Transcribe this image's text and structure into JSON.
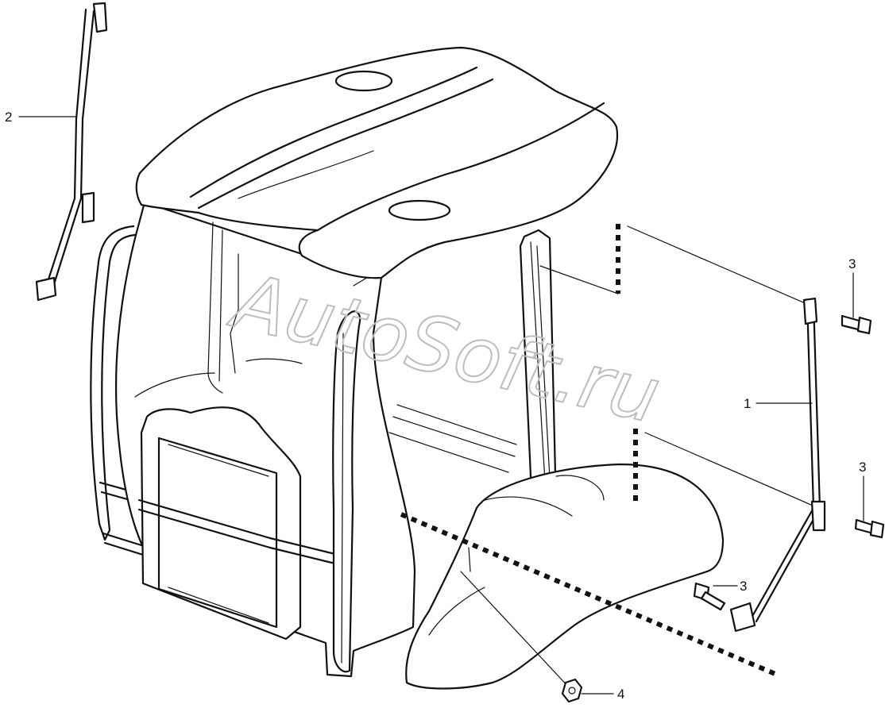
{
  "diagram": {
    "watermark": "AutoSoft.ru",
    "callouts": [
      {
        "label": "2"
      },
      {
        "label": "3"
      },
      {
        "label": "1"
      },
      {
        "label": "3"
      },
      {
        "label": "3"
      },
      {
        "label": "4"
      }
    ]
  }
}
